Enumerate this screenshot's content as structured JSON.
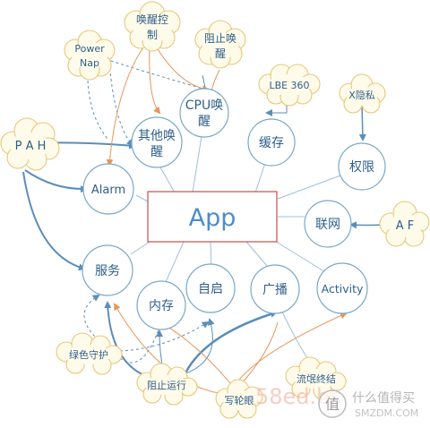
{
  "diagram": {
    "center": {
      "label": "App"
    },
    "circles": {
      "other_wake": [
        "其他唤",
        "醒"
      ],
      "cpu_wake": [
        "CPU唤",
        "醒"
      ],
      "cache": [
        "缓存"
      ],
      "alarm": [
        "Alarm"
      ],
      "permission": [
        "权限"
      ],
      "network": [
        "联网"
      ],
      "service": [
        "服务"
      ],
      "memory": [
        "内存"
      ],
      "autostart": [
        "自启"
      ],
      "broadcast": [
        "广播"
      ],
      "activity": [
        "Activity"
      ]
    },
    "clouds": {
      "wake_control": [
        "唤醒控",
        "制"
      ],
      "block_wake": [
        "阻止唤",
        "醒"
      ],
      "power_nap": [
        "Power",
        "Nap"
      ],
      "lbe360": [
        "LBE 360"
      ],
      "xprivacy": [
        "X隐私"
      ],
      "pah": [
        "P A H"
      ],
      "af": [
        "A F"
      ],
      "green_guard": [
        "绿色守护"
      ],
      "block_run": [
        "阻止运行"
      ],
      "wakelock_write": [
        "写轮眼"
      ],
      "flow_end": [
        "流氓终结"
      ]
    },
    "watermark": {
      "site": "58ed.bs",
      "logo_text": "什么值得买",
      "logo_sub": "SMZDM.COM",
      "logo_glyph": "值"
    }
  }
}
